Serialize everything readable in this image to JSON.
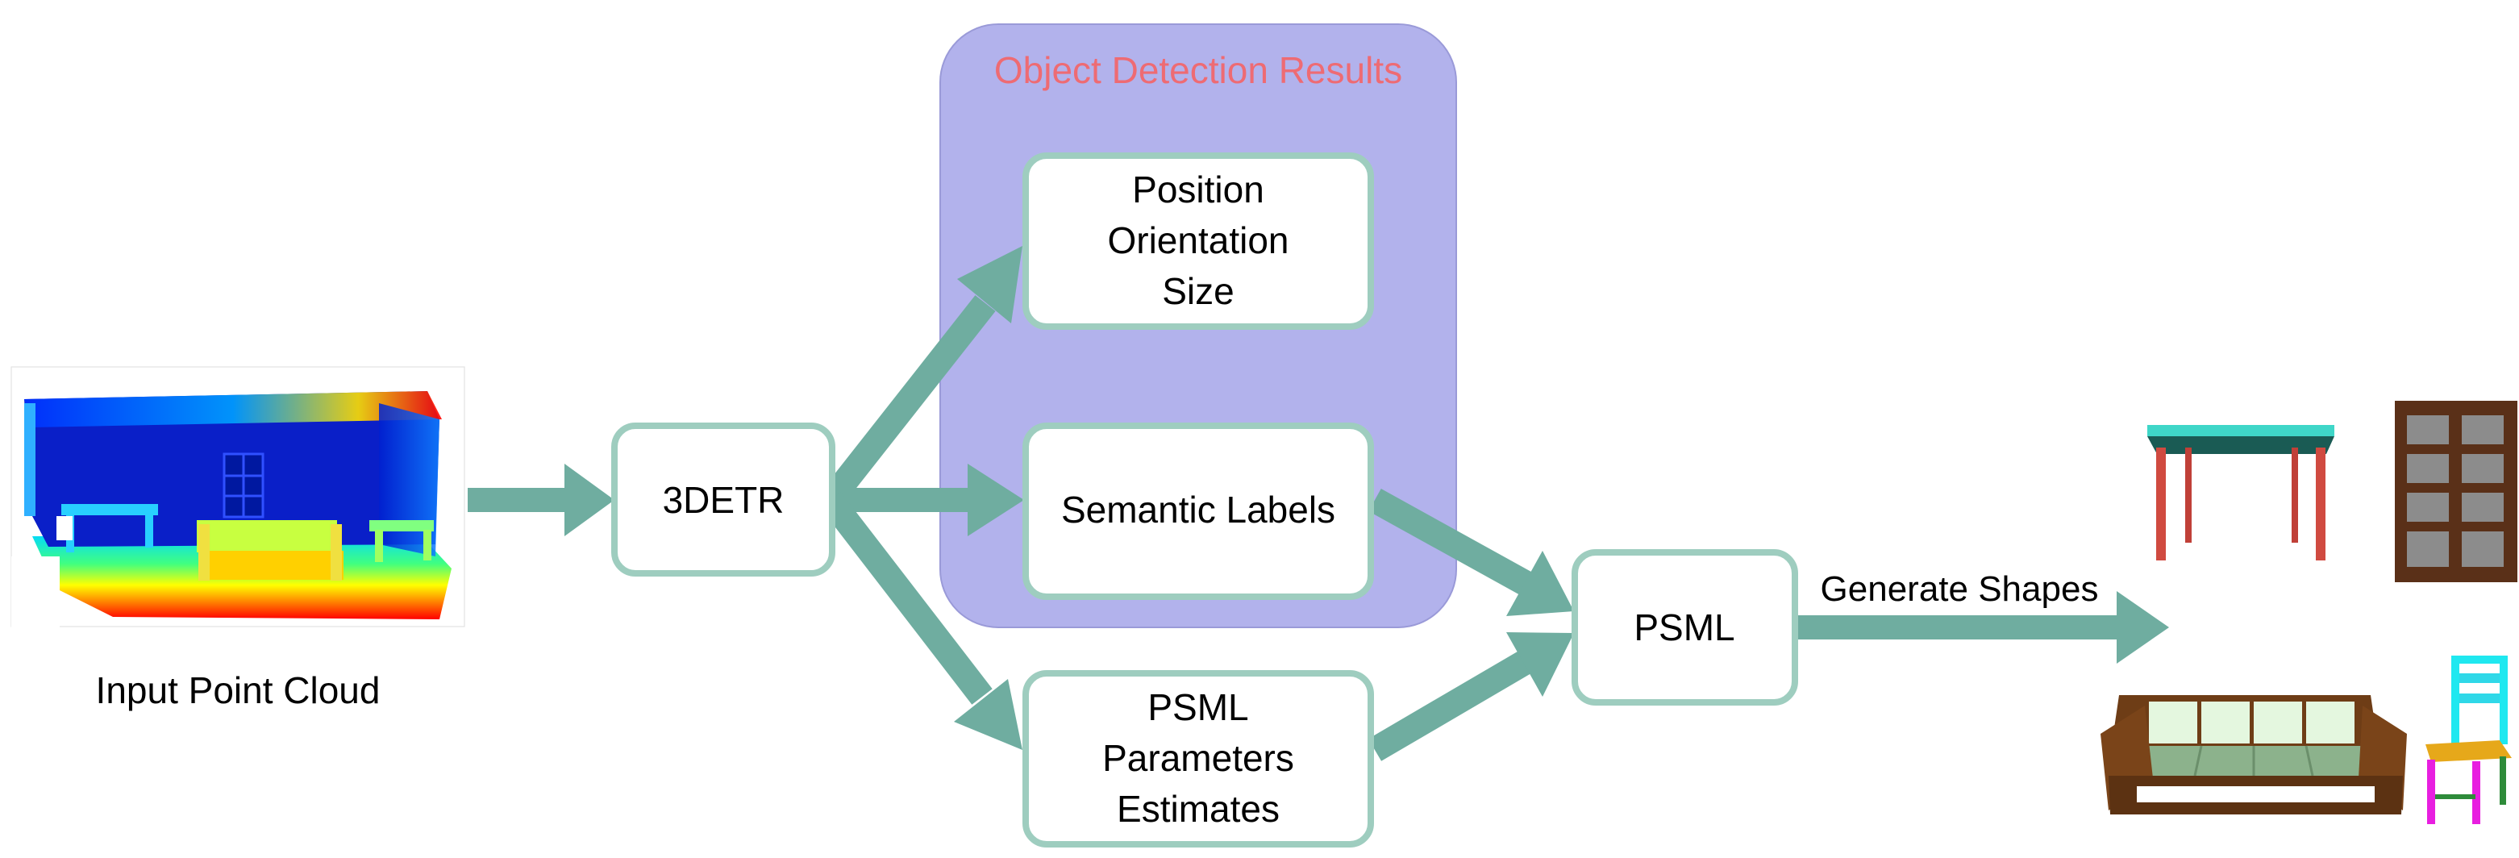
{
  "group": {
    "title": "Object Detection Results",
    "fill": "#b2b2ec",
    "title_color": "#ee6b73"
  },
  "nodes": {
    "input_label": "Input Point Cloud",
    "detector": "3DETR",
    "position_box": [
      "Position",
      "Orientation",
      "Size"
    ],
    "semantic_box": "Semantic Labels",
    "psml_params_box": [
      "PSML",
      "Parameters",
      "Estimates"
    ],
    "psml": "PSML",
    "generate_label": "Generate Shapes"
  },
  "colors": {
    "arrow": "#6fada0",
    "box_border": "#9ecdbf",
    "box_fill": "#ffffff"
  },
  "icons": {
    "input": "point-cloud-depth-image",
    "outputs": [
      "table-shape",
      "bookshelf-shape",
      "sofa-shape",
      "chair-shape"
    ]
  }
}
